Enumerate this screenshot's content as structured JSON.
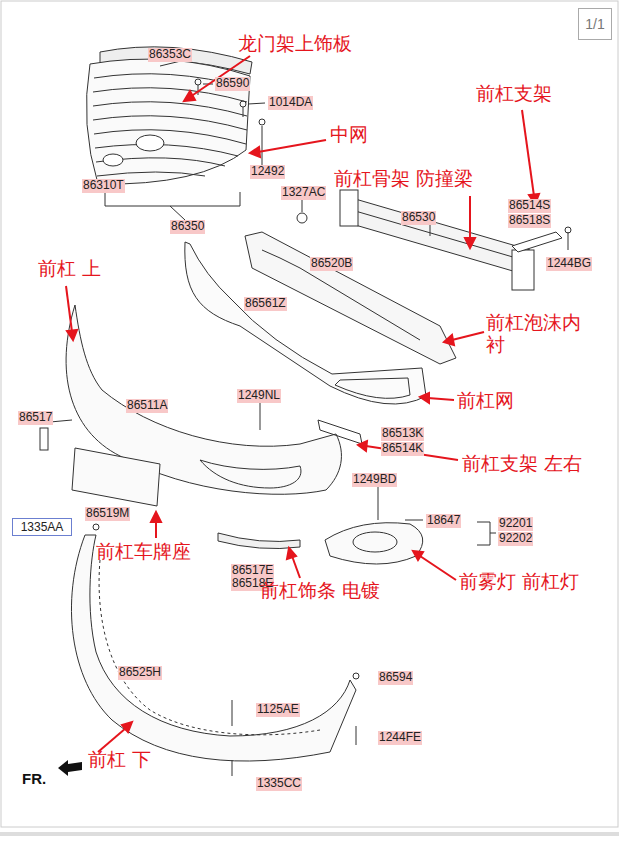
{
  "diagram": {
    "nodes": [
      {
        "text": [
          "1/1"
        ]
      },
      {
        "text": [
          "1335AA"
        ]
      }
    ],
    "labels": [
      "86353C",
      "龙门架上饰板",
      "86590",
      "1014DA",
      "中网",
      "12492",
      "86310T",
      "86350",
      "1327AC",
      "前杠骨架 防撞梁",
      "86530",
      "前杠支架",
      "86514S",
      "86518S",
      "1244BG",
      "86520B",
      "前杠 上",
      "86561Z",
      "前杠泡沫内衬",
      "前杠网",
      "86517",
      "86511A",
      "1249NL",
      "86513K",
      "86514K",
      "前杠支架 左右",
      "1249BD",
      "18647",
      "92201",
      "92202",
      "86519M",
      "前杠车牌座",
      "86517E",
      "86518E",
      "前杠饰条 电镀",
      "前雾灯 前杠灯",
      "86525H",
      "86594",
      "1125AE",
      "1244FE",
      "前杠 下",
      "1335CC",
      "FR."
    ]
  }
}
